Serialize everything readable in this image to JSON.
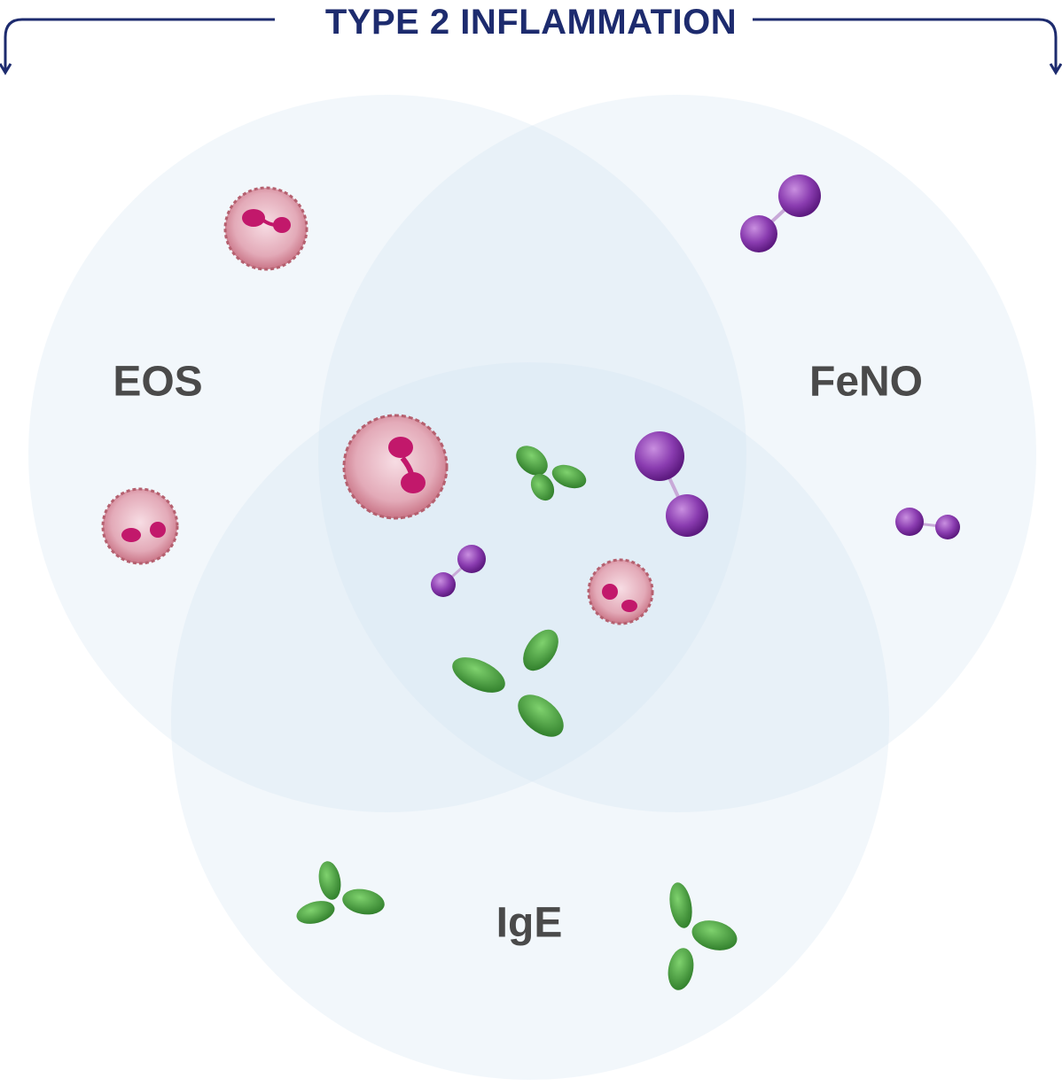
{
  "header": {
    "title": "TYPE 2 INFLAMMATION",
    "color": "#1d2b6e"
  },
  "venn": {
    "circle_fill": "#cfe3f2",
    "sets": [
      {
        "id": "eos",
        "label": "EOS",
        "marker": "eosinophil-cell"
      },
      {
        "id": "feno",
        "label": "FeNO",
        "marker": "nitric-oxide-molecule"
      },
      {
        "id": "ige",
        "label": "IgE",
        "marker": "ige-antibody"
      }
    ]
  },
  "colors": {
    "cell_outer": "#d9a3ae",
    "cell_nucleus": "#c2186b",
    "molecule": "#7a2e9e",
    "antibody": "#3f9c3a"
  }
}
